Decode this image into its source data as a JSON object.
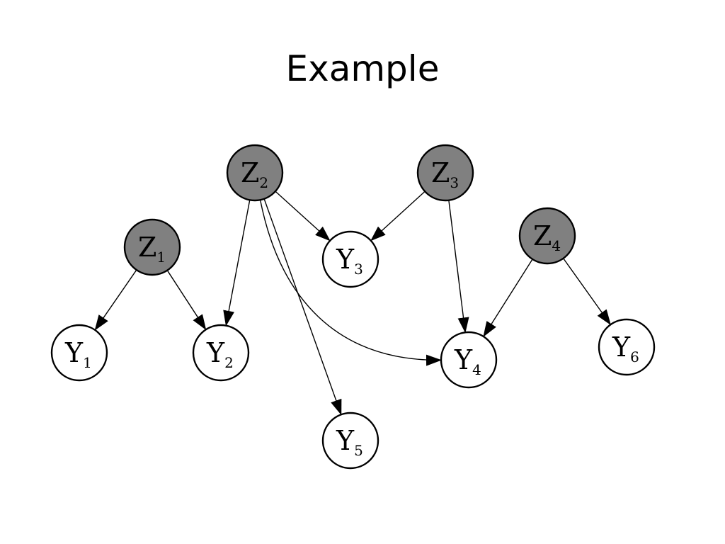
{
  "title": "Example",
  "colors": {
    "latent_fill": "#808080",
    "observed_fill": "#ffffff",
    "stroke": "#000000"
  },
  "nodes": [
    {
      "id": "Z1",
      "letter": "Z",
      "sub": "1",
      "kind": "latent"
    },
    {
      "id": "Z2",
      "letter": "Z",
      "sub": "2",
      "kind": "latent"
    },
    {
      "id": "Z3",
      "letter": "Z",
      "sub": "3",
      "kind": "latent"
    },
    {
      "id": "Z4",
      "letter": "Z",
      "sub": "4",
      "kind": "latent"
    },
    {
      "id": "Y1",
      "letter": "Y",
      "sub": "1",
      "kind": "observed"
    },
    {
      "id": "Y2",
      "letter": "Y",
      "sub": "2",
      "kind": "observed"
    },
    {
      "id": "Y3",
      "letter": "Y",
      "sub": "3",
      "kind": "observed"
    },
    {
      "id": "Y4",
      "letter": "Y",
      "sub": "4",
      "kind": "observed"
    },
    {
      "id": "Y5",
      "letter": "Y",
      "sub": "5",
      "kind": "observed"
    },
    {
      "id": "Y6",
      "letter": "Y",
      "sub": "6",
      "kind": "observed"
    }
  ],
  "edges": [
    {
      "from": "Z1",
      "to": "Y1"
    },
    {
      "from": "Z1",
      "to": "Y2"
    },
    {
      "from": "Z2",
      "to": "Y2"
    },
    {
      "from": "Z2",
      "to": "Y3"
    },
    {
      "from": "Z2",
      "to": "Y5"
    },
    {
      "from": "Z2",
      "to": "Y4",
      "curved": true
    },
    {
      "from": "Z3",
      "to": "Y3"
    },
    {
      "from": "Z3",
      "to": "Y4"
    },
    {
      "from": "Z4",
      "to": "Y4"
    },
    {
      "from": "Z4",
      "to": "Y6"
    }
  ]
}
